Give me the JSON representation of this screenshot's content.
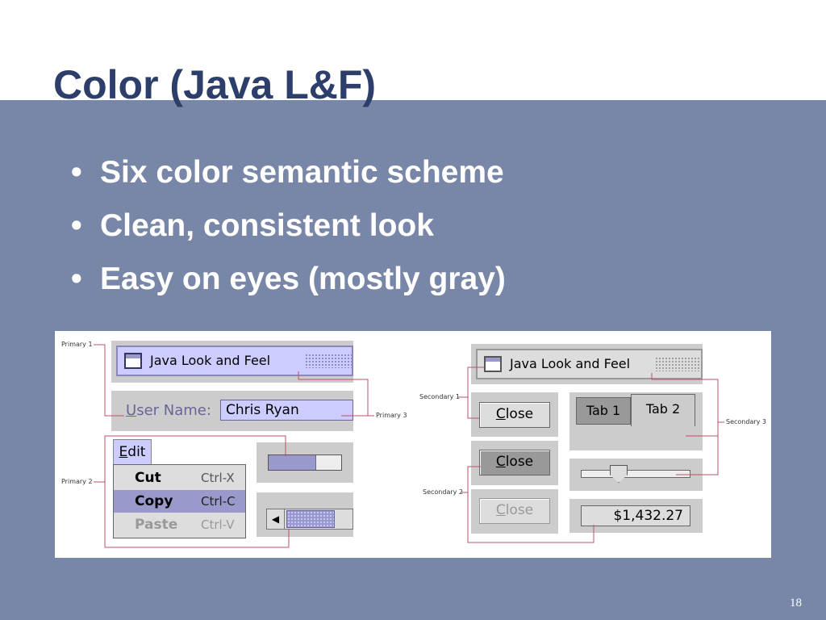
{
  "slide": {
    "title": "Color (Java L&F)",
    "bullets": [
      "Six color semantic scheme",
      "Clean, consistent look",
      "Easy on eyes (mostly gray)"
    ],
    "page_number": "18"
  },
  "figure": {
    "labels": {
      "primary1": "Primary 1",
      "primary2": "Primary 2",
      "primary3": "Primary 3",
      "secondary1": "Secondary 1",
      "secondary2": "Secondary 2",
      "secondary3": "Secondary 3"
    },
    "left": {
      "window_title": "Java Look and Feel",
      "username_label_u": "U",
      "username_label_rest": "ser Name:",
      "username_value": "Chris Ryan",
      "menu_title": "Edit",
      "menu_items": [
        {
          "label": "Cut",
          "shortcut": "Ctrl-X"
        },
        {
          "label": "Copy",
          "shortcut": "Ctrl-C"
        },
        {
          "label": "Paste",
          "shortcut": "Ctrl-V"
        }
      ],
      "progress_fraction": 0.65
    },
    "right": {
      "window_title": "Java Look and Feel",
      "close_label": "Close",
      "tabs": [
        {
          "label": "Tab 1"
        },
        {
          "label": "Tab 2"
        }
      ],
      "amount": "$1,432.27"
    },
    "colors": {
      "primary1": "#666699",
      "primary2": "#9999cc",
      "primary3": "#ccccff",
      "secondary1": "#666666",
      "secondary2": "#999999",
      "secondary3": "#cccccc",
      "band": "#7886a7",
      "title": "#2d3e6b"
    }
  }
}
